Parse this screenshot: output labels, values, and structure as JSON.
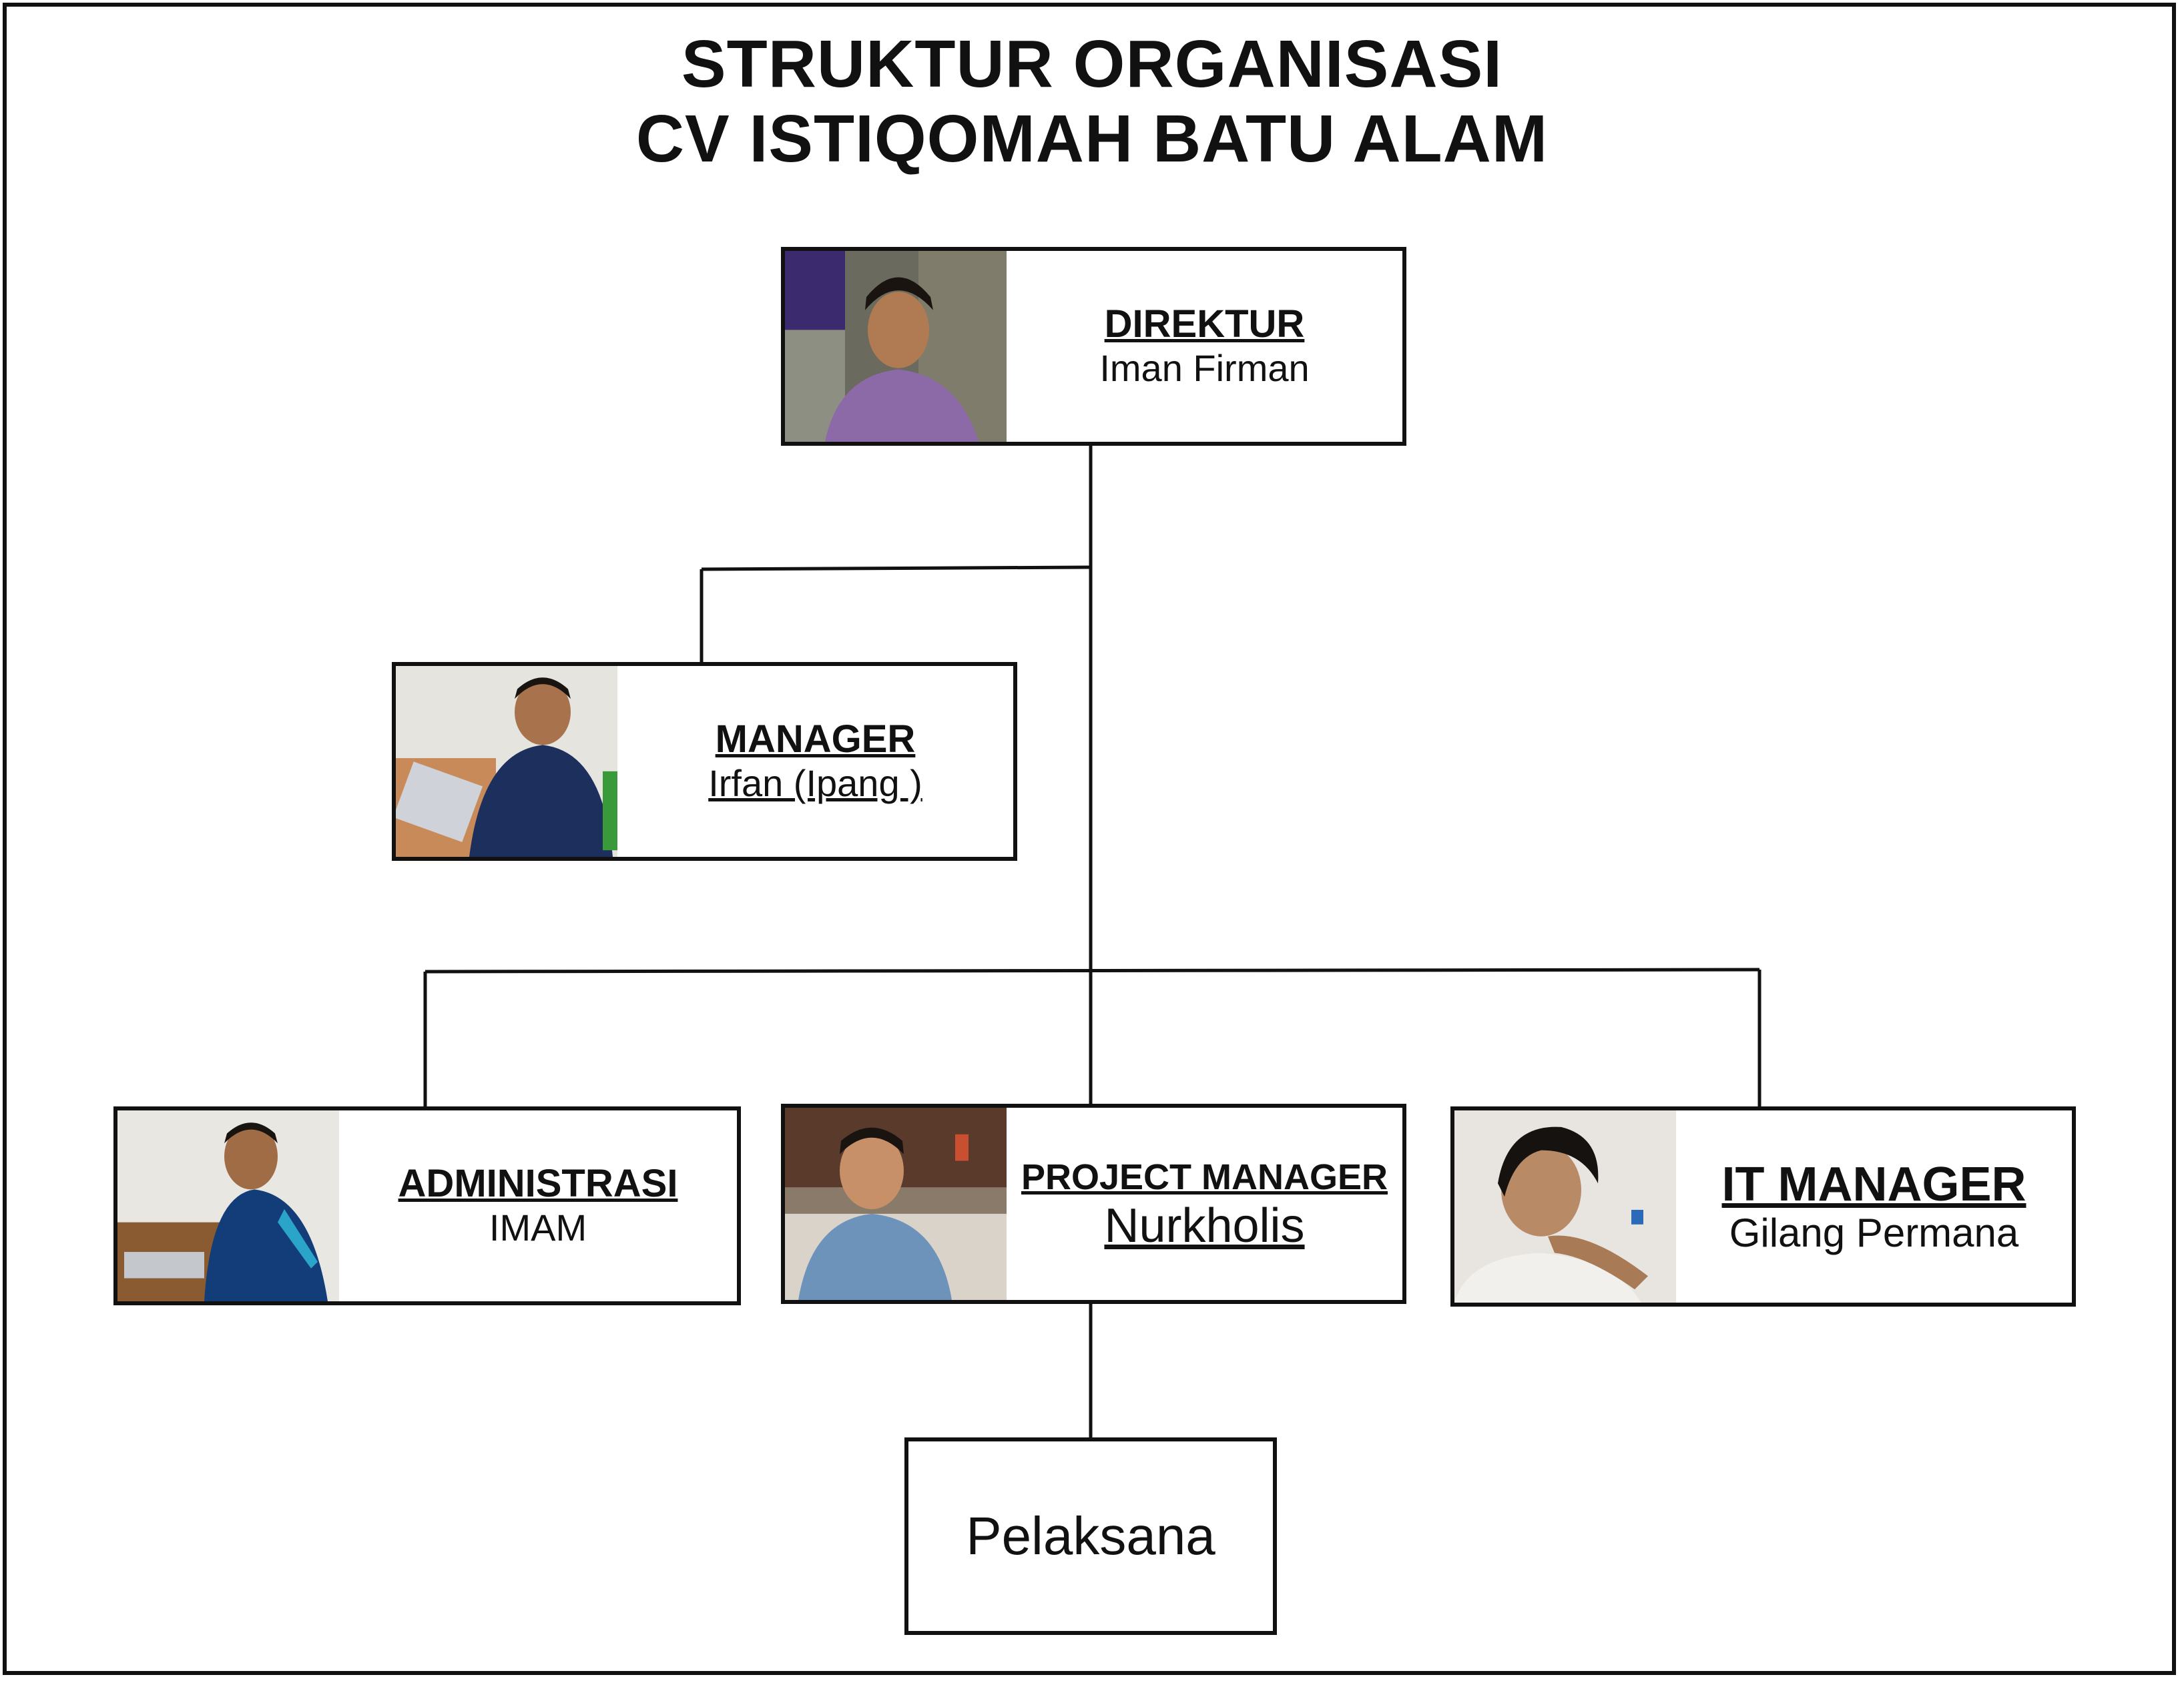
{
  "title": {
    "line1": "STRUKTUR ORGANISASI",
    "line2": "CV ISTIQOMAH BATU ALAM"
  },
  "nodes": {
    "direktur": {
      "role": "DIREKTUR",
      "name": "Iman Firman"
    },
    "manager": {
      "role": "MANAGER",
      "name": "Irfan (Ipang )"
    },
    "administrasi": {
      "role": "ADMINISTRASI",
      "name": "IMAM"
    },
    "project_manager": {
      "role": "PROJECT MANAGER",
      "name": "Nurkholis"
    },
    "it_manager": {
      "role": "IT MANAGER",
      "name": "Gilang Permana"
    },
    "pelaksana": {
      "label": "Pelaksana"
    }
  }
}
